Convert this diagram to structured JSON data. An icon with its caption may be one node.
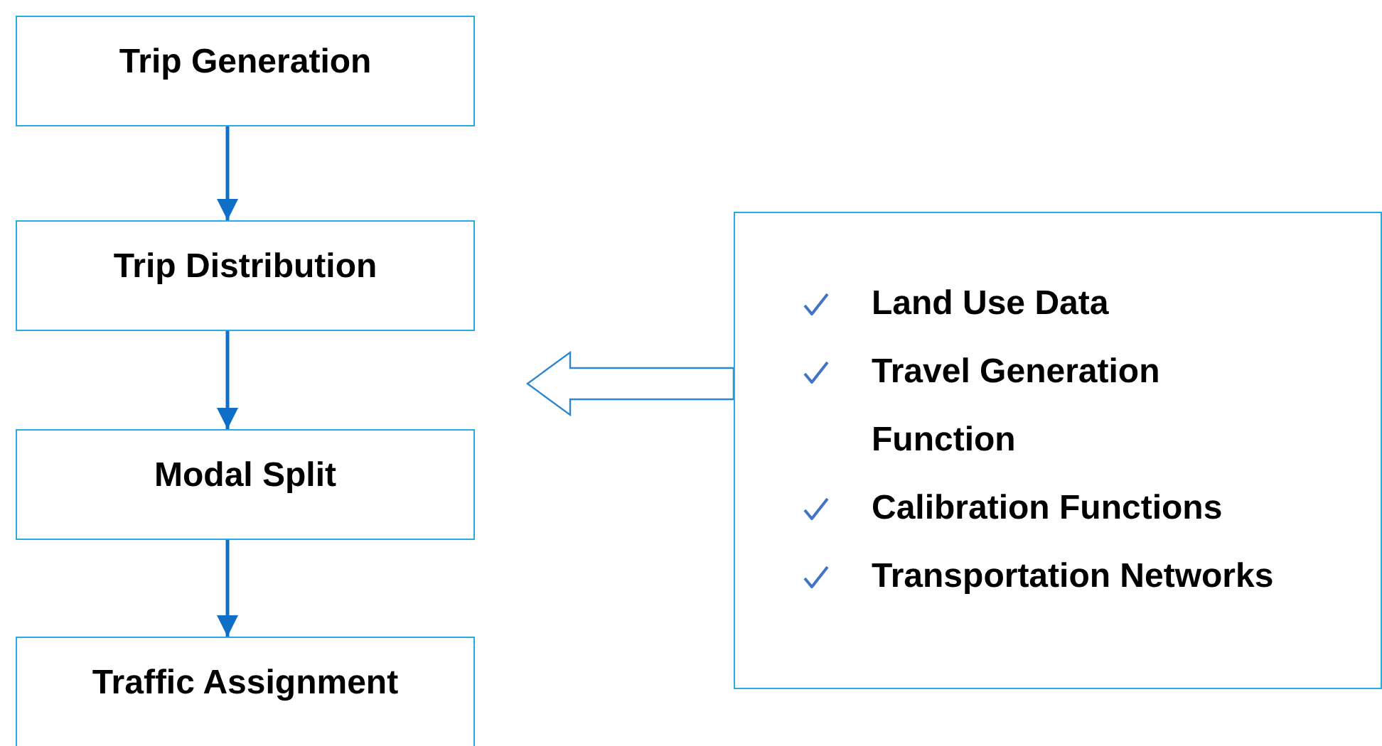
{
  "diagram": {
    "nodes": [
      {
        "text": [
          "Trip Generation"
        ]
      },
      {
        "text": [
          "Trip Distribution"
        ]
      },
      {
        "text": [
          "Modal Split"
        ]
      },
      {
        "text": [
          "Traffic Assignment"
        ]
      },
      {
        "text": [
          "Land Use Data",
          "Travel Generation Function",
          "Calibration Functions",
          "Transportation Networks"
        ]
      }
    ],
    "edges": [
      {
        "from": 0,
        "to": 1,
        "arrow": "to"
      },
      {
        "from": 1,
        "to": 2,
        "arrow": "to"
      },
      {
        "from": 2,
        "to": 3,
        "arrow": "to"
      },
      {
        "from": 4,
        "to": null,
        "arrow": "to",
        "style": "thick"
      }
    ]
  }
}
